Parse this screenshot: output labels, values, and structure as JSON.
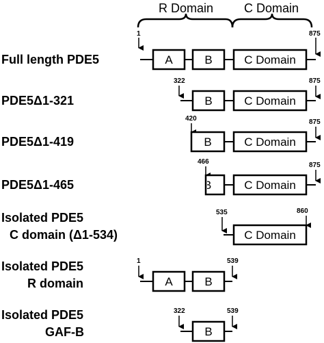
{
  "domains": {
    "r_domain_label": "R Domain",
    "c_domain_label": "C Domain"
  },
  "constructs": [
    {
      "label": "Full length PDE5",
      "start": "1",
      "end": "875",
      "boxes": [
        "A",
        "B",
        "C Domain"
      ]
    },
    {
      "label": "PDE5Δ1-321",
      "start": "322",
      "end": "875",
      "boxes": [
        "B",
        "C Domain"
      ]
    },
    {
      "label": "PDE5Δ1-419",
      "start": "420",
      "end": "875",
      "boxes": [
        "B",
        "C Domain"
      ]
    },
    {
      "label": "PDE5Δ1-465",
      "start": "466",
      "end": "875",
      "boxes": [
        "B",
        "C Domain"
      ]
    },
    {
      "label_lines": [
        "Isolated PDE5",
        "C domain (Δ1-534)"
      ],
      "start": "535",
      "end": "860",
      "boxes": [
        "C Domain"
      ]
    },
    {
      "label_lines": [
        "Isolated PDE5",
        "R domain"
      ],
      "start": "1",
      "end": "539",
      "boxes": [
        "A",
        "B"
      ]
    },
    {
      "label_lines": [
        "Isolated PDE5",
        "GAF-B"
      ],
      "start": "322",
      "end": "539",
      "boxes": [
        "B"
      ]
    }
  ]
}
